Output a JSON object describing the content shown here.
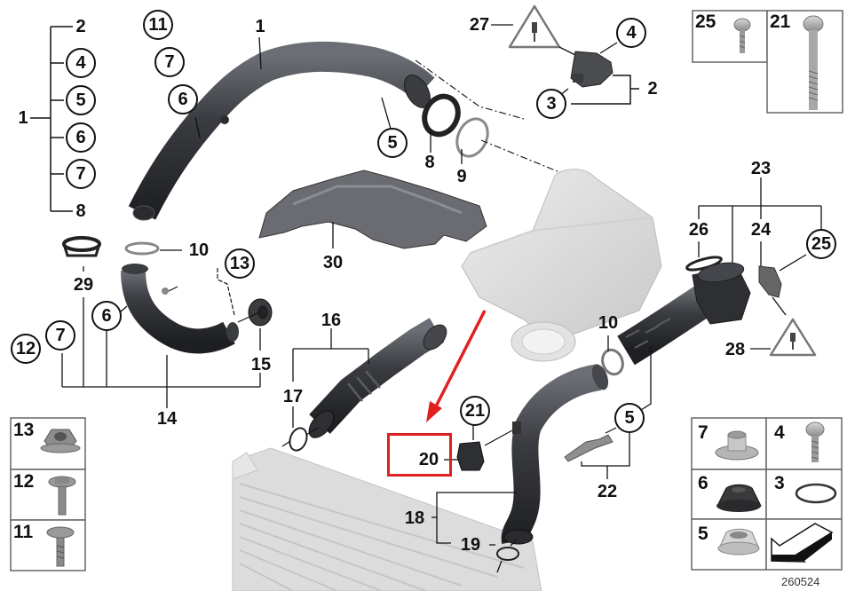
{
  "diagram": {
    "type": "exploded-parts-diagram",
    "document_number": "260524",
    "highlight_color": "#e02020",
    "highlighted_part": "20",
    "parts": {
      "p1": "1",
      "p2": "2",
      "p3": "3",
      "p4": "4",
      "p5": "5",
      "p6": "6",
      "p7": "7",
      "p8": "8",
      "p9": "9",
      "p10": "10",
      "p11": "11",
      "p12": "12",
      "p13": "13",
      "p14": "14",
      "p15": "15",
      "p16": "16",
      "p17": "17",
      "p18": "18",
      "p19": "19",
      "p20": "20",
      "p21": "21",
      "p22": "22",
      "p23": "23",
      "p24": "24",
      "p25": "25",
      "p26": "26",
      "p27": "27",
      "p28": "28",
      "p29": "29",
      "p30": "30"
    },
    "kit_left": {
      "parent": "1",
      "children": [
        "2",
        "4",
        "5",
        "6",
        "7",
        "8"
      ]
    },
    "top_left_circles": [
      "11",
      "7",
      "6"
    ],
    "hardware_box_top_right": [
      {
        "num": "25",
        "icon": "screw-short-icon"
      },
      {
        "num": "21",
        "icon": "screw-long-icon"
      }
    ],
    "hardware_box_bottom_left": [
      {
        "num": "13",
        "icon": "flange-nut-icon"
      },
      {
        "num": "12",
        "icon": "hex-bolt-short-icon"
      },
      {
        "num": "11",
        "icon": "hex-bolt-long-icon"
      }
    ],
    "hardware_box_bottom_right": [
      {
        "num": "7",
        "icon": "bushing-icon"
      },
      {
        "num": "4",
        "icon": "torx-screw-icon"
      },
      {
        "num": "6",
        "icon": "rubber-grommet-icon"
      },
      {
        "num": "3",
        "icon": "o-ring-icon"
      },
      {
        "num": "5",
        "icon": "spacer-icon"
      },
      {
        "num": "",
        "icon": "direction-arrow-icon"
      }
    ]
  }
}
